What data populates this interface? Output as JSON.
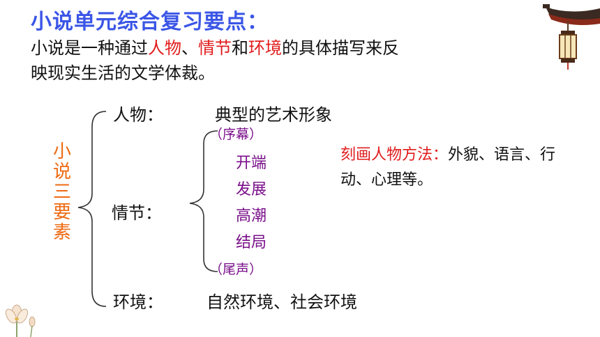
{
  "title": "小说单元综合复习要点：",
  "definition": {
    "line1_prefix": "小说是一种通过",
    "term1": "人物",
    "sep1": "、",
    "term2": "情节",
    "conj": "和",
    "term3": "环境",
    "line1_suffix": "的具体描写来反",
    "line2": "映现实生活的文学体裁。"
  },
  "elements_label": "小说三要素",
  "character": {
    "label": "人物：",
    "value": "典型的艺术形象"
  },
  "plot": {
    "label": "情节：",
    "prologue": "（序幕）",
    "stages": [
      "开端",
      "发展",
      "高潮",
      "结局"
    ],
    "epilogue": "（尾声）"
  },
  "method": {
    "label": "刻画人物方法：",
    "text": "外貌、语言、行动、心理等。"
  },
  "setting": {
    "label": "环境：",
    "value": "自然环境、社会环境"
  },
  "colors": {
    "title": "#3b56e6",
    "highlight": "#e11c1c",
    "vertical_label": "#ee6a12",
    "plot_stages": "#7a0f8a"
  },
  "decorations": [
    "pagoda-lantern-icon",
    "lotus-icon"
  ]
}
